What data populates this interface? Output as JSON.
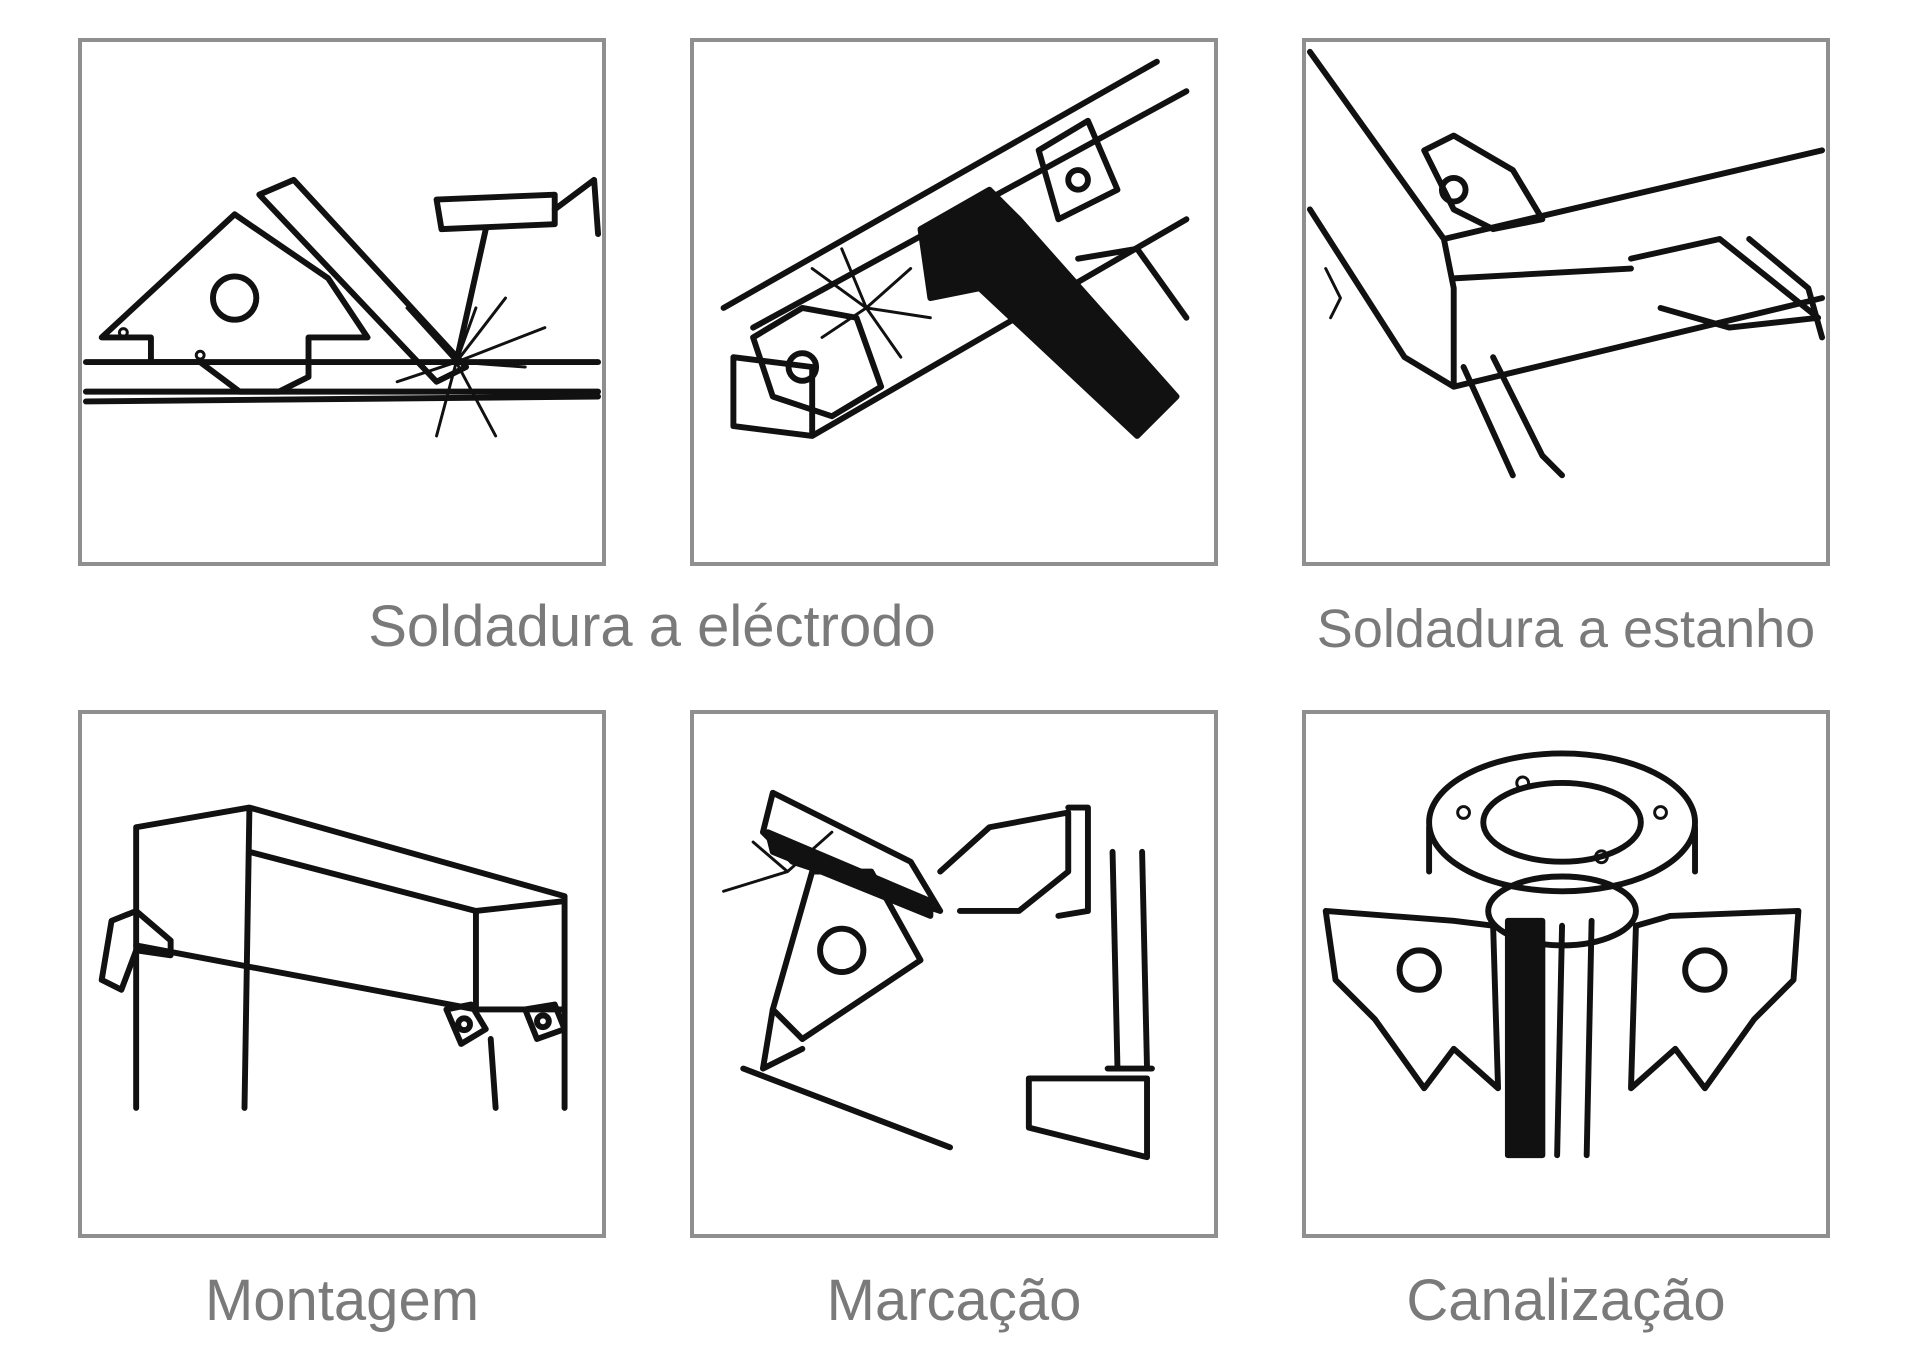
{
  "captions": {
    "electrode_welding": "Soldadura a eléctrodo",
    "tin_soldering": "Soldadura a estanho",
    "assembly": "Montagem",
    "marking": "Marcação",
    "plumbing": "Canalização"
  },
  "colors": {
    "frame": "#8f8f8f",
    "caption": "#7a7a7a",
    "ink": "#111111"
  },
  "icons": {
    "panel_1": "arc-welding-magnet-icon",
    "panel_2": "angle-welding-magnet-icon",
    "panel_3": "soldering-corner-magnet-icon",
    "panel_4": "frame-assembly-magnet-icon",
    "panel_5": "marking-magnet-icon",
    "panel_6": "pipe-flange-magnet-icon"
  }
}
